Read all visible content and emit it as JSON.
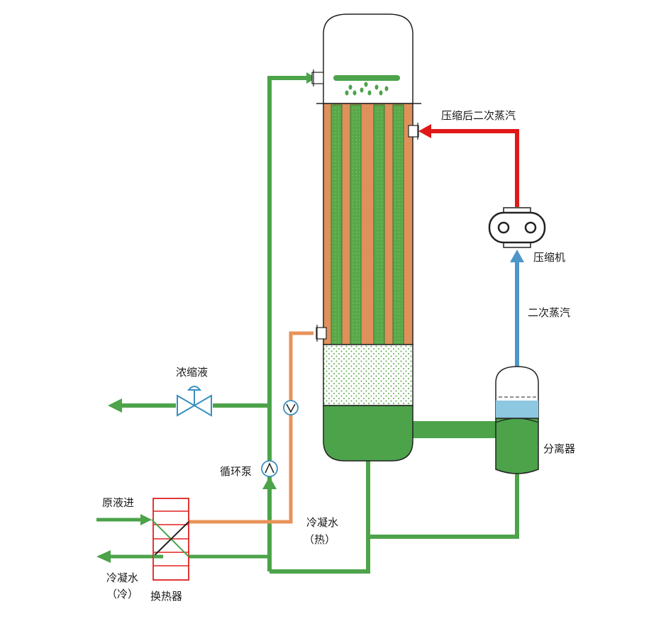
{
  "labels": {
    "compressed_vapor": "压缩后二次蒸汽",
    "compressor": "压缩机",
    "secondary_vapor": "二次蒸汽",
    "concentrate": "浓缩液",
    "separator": "分离器",
    "circulation_pump": "循环泵",
    "feed_in": "原液进",
    "condensate_hot_1": "冷凝水",
    "condensate_hot_2": "（热）",
    "condensate_cold_1": "冷凝水",
    "condensate_cold_2": "（冷）",
    "heat_exchanger": "换热器"
  },
  "colors": {
    "liquid_green": "#4ca34a",
    "tube_orange": "#e0905a",
    "tube_green": "#5aa84a",
    "vapor_red": "#e01818",
    "vapor_blue": "#4d97c8",
    "condensate_orange": "#e8935a",
    "hx_red": "#e02020",
    "separator_water": "#8ec7e0",
    "valve_blue": "#3a8fc0",
    "outline": "#222222"
  },
  "icons": [
    "globe-valve-icon",
    "pump-icon",
    "compressor-icon",
    "check-valve-icon",
    "spray-nozzle-icon",
    "heat-exchanger-icon"
  ]
}
